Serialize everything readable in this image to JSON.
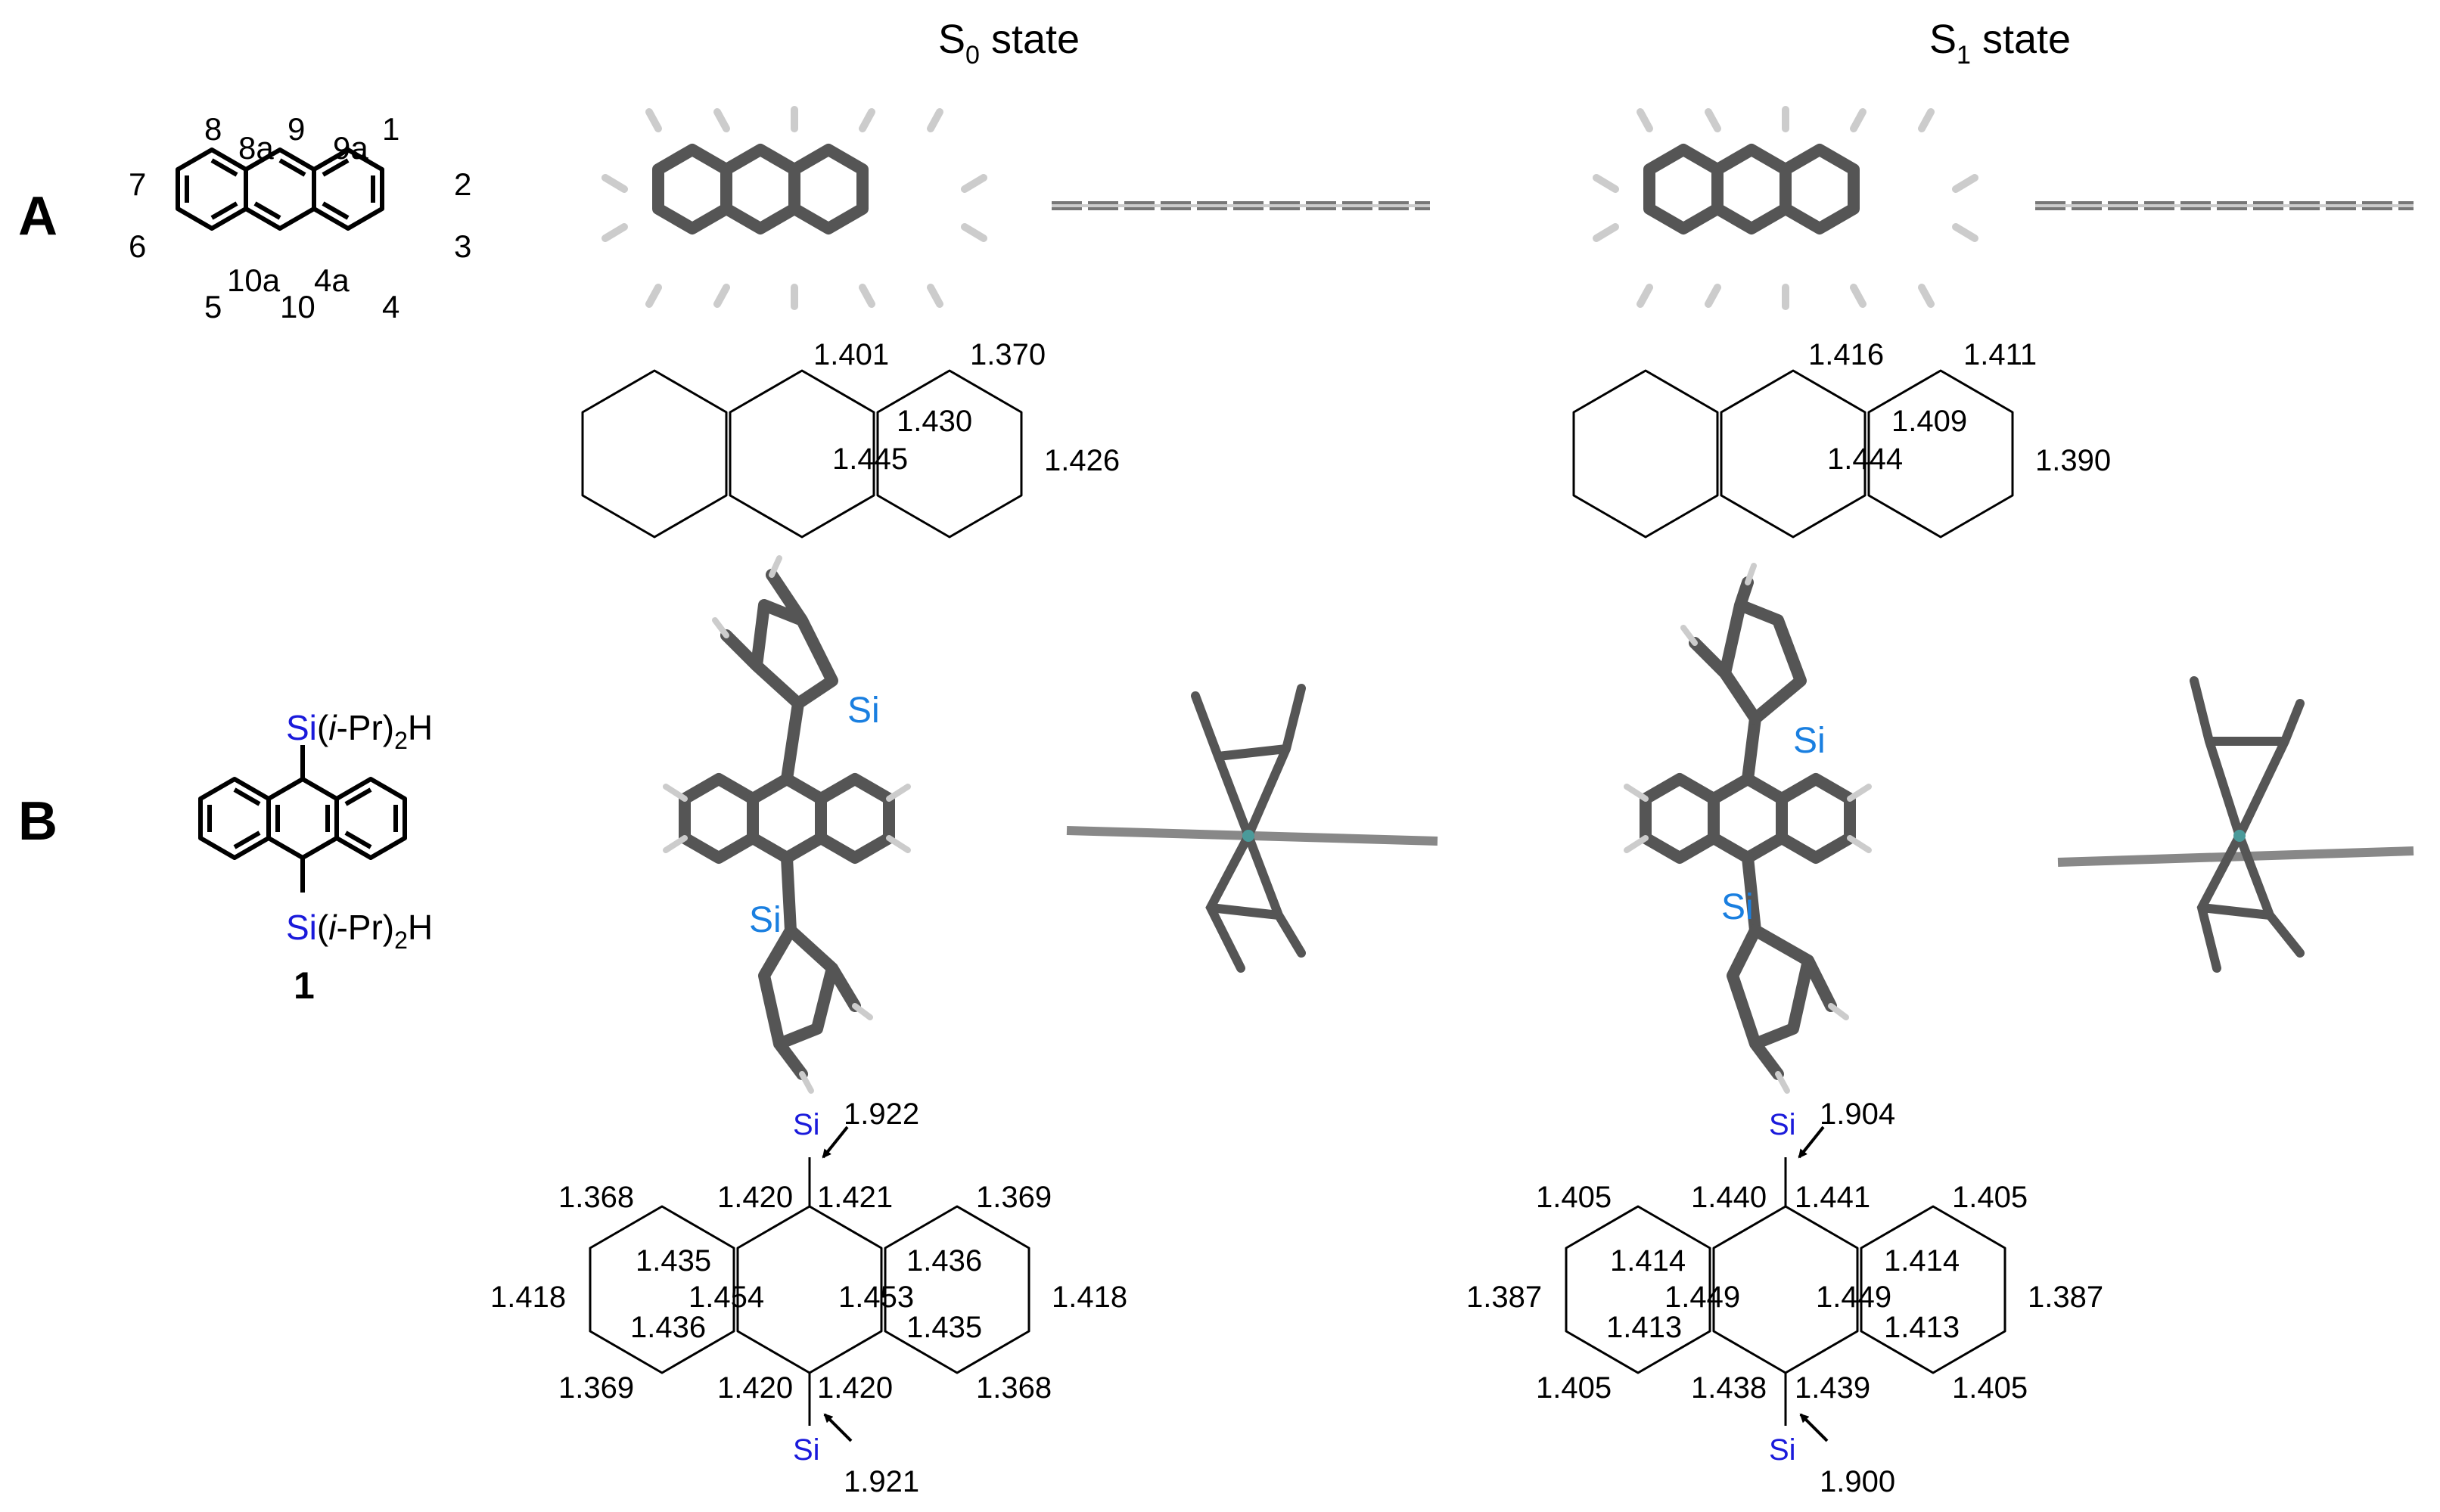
{
  "headers": {
    "s0_base": "S",
    "s0_sub": "0",
    "s0_tail": " state",
    "s1_base": "S",
    "s1_sub": "1",
    "s1_tail": " state"
  },
  "panels": {
    "a": "A",
    "b": "B"
  },
  "anthracene": {
    "numbers": {
      "n1": "1",
      "n2": "2",
      "n3": "3",
      "n4": "4",
      "n4a": "4a",
      "n5": "5",
      "n6": "6",
      "n7": "7",
      "n8": "8",
      "n8a": "8a",
      "n9": "9",
      "n9a": "9a",
      "n10": "10",
      "n10a": "10a"
    }
  },
  "compound1": {
    "si": "Si",
    "sub_open": "(",
    "sub_i": "i",
    "sub_mid": "-Pr)",
    "sub_2": "2",
    "sub_h": "H",
    "label": "1"
  },
  "model_labels": {
    "si": "Si"
  },
  "bonds": {
    "a_s0": [
      "1.401",
      "1.370",
      "1.430",
      "1.445",
      "1.426"
    ],
    "a_s1": [
      "1.416",
      "1.411",
      "1.409",
      "1.444",
      "1.390"
    ],
    "b_s0": [
      "1.922",
      "1.368",
      "1.420",
      "1.421",
      "1.369",
      "1.435",
      "1.436",
      "1.418",
      "1.454",
      "1.453",
      "1.418",
      "1.436",
      "1.435",
      "1.369",
      "1.420",
      "1.420",
      "1.368",
      "1.921"
    ],
    "b_s1": [
      "1.904",
      "1.405",
      "1.440",
      "1.441",
      "1.405",
      "1.414",
      "1.414",
      "1.387",
      "1.449",
      "1.449",
      "1.387",
      "1.413",
      "1.413",
      "1.405",
      "1.438",
      "1.439",
      "1.405",
      "1.900"
    ]
  },
  "colors": {
    "si_blue": "#1a1adb",
    "si_light_blue": "#1a7fe0",
    "bond_gray": "#555555",
    "hydrogen": "#cccccc"
  }
}
